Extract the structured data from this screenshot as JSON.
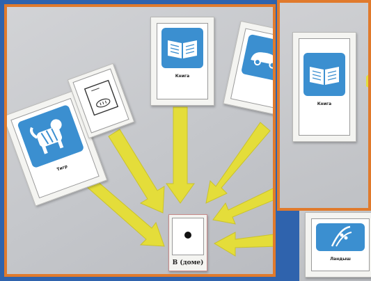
{
  "cards": {
    "tiger": {
      "label": "Тигр",
      "icon": "tiger-icon"
    },
    "book": {
      "label": "Книга",
      "icon": "book-icon"
    },
    "car": {
      "label": "",
      "icon": "car-icon"
    },
    "house": {
      "label": "",
      "icon": "house-icon"
    },
    "center": {
      "label": "В (доме)",
      "icon": "dot-icon"
    },
    "inset_book": {
      "label": "Книга",
      "icon": "book-icon"
    },
    "flowers": {
      "label": "Ландыш",
      "icon": "flower-icon"
    }
  },
  "colors": {
    "background_blue": "#2f63ad",
    "frame_orange": "#e07a2c",
    "arrow_yellow": "#e4dd3a",
    "pictogram_blue": "#3b8fd0"
  }
}
